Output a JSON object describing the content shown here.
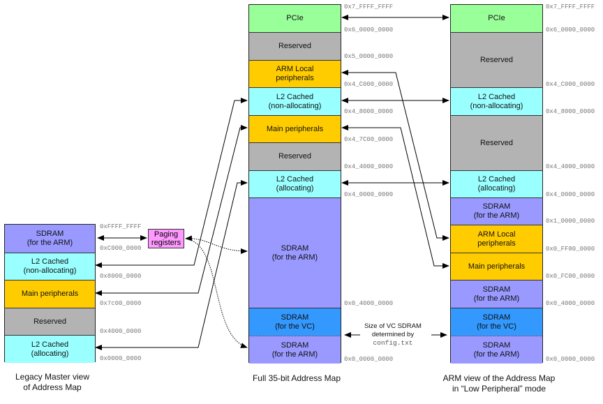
{
  "colors": {
    "pcie": "#99ff99",
    "reserved": "#b3b3b3",
    "peripheral": "#ffcc00",
    "l2cached": "#99ffff",
    "sdram_arm": "#9999ff",
    "sdram_vc": "#3399ff",
    "paging": "#ff99ff"
  },
  "legacy": {
    "caption": "Legacy Master view\nof Address Map",
    "blocks": [
      {
        "label": "SDRAM\n(for the ARM)",
        "kind": "sdram_arm"
      },
      {
        "label": "L2 Cached\n(non-allocating)",
        "kind": "l2cached"
      },
      {
        "label": "Main peripherals",
        "kind": "peripheral"
      },
      {
        "label": "Reserved",
        "kind": "reserved"
      },
      {
        "label": "L2 Cached\n(allocating)",
        "kind": "l2cached"
      }
    ],
    "addresses": [
      "0xFFFF_FFFF",
      "0xC000_0000",
      "0x8000_0000",
      "0x7c00_0000",
      "0x4000_0000",
      "0x0000_0000"
    ]
  },
  "paging": {
    "label": "Paging\nregisters"
  },
  "full": {
    "caption": "Full 35-bit Address Map",
    "blocks": [
      {
        "label": "PCIe",
        "kind": "pcie"
      },
      {
        "label": "Reserved",
        "kind": "reserved"
      },
      {
        "label": "ARM Local\nperipherals",
        "kind": "peripheral"
      },
      {
        "label": "L2 Cached\n(non-allocating)",
        "kind": "l2cached"
      },
      {
        "label": "Main peripherals",
        "kind": "peripheral"
      },
      {
        "label": "Reserved",
        "kind": "reserved"
      },
      {
        "label": "L2 Cached\n(allocating)",
        "kind": "l2cached"
      },
      {
        "label": "SDRAM\n(for the ARM)",
        "kind": "sdram_arm"
      },
      {
        "label": "SDRAM\n(for the VC)",
        "kind": "sdram_vc"
      },
      {
        "label": "SDRAM\n(for the ARM)",
        "kind": "sdram_arm"
      }
    ],
    "addresses": [
      "0x7_FFFF_FFFF",
      "0x6_0000_0000",
      "0x5_0000_0000",
      "0x4_C000_0000",
      "0x4_8000_0000",
      "0x4_7C00_0000",
      "0x4_4000_0000",
      "0x4_0000_0000",
      "0x0_4000_0000",
      "0x0_0000_0000"
    ]
  },
  "arm": {
    "caption": "ARM view of the Address Map\nin “Low Peripheral” mode",
    "blocks": [
      {
        "label": "PCIe",
        "kind": "pcie"
      },
      {
        "label": "Reserved",
        "kind": "reserved"
      },
      {
        "label": "L2 Cached\n(non-allocating)",
        "kind": "l2cached"
      },
      {
        "label": "Reserved",
        "kind": "reserved"
      },
      {
        "label": "L2 Cached\n(allocating)",
        "kind": "l2cached"
      },
      {
        "label": "SDRAM\n(for the ARM)",
        "kind": "sdram_arm"
      },
      {
        "label": "ARM Local\nperipherals",
        "kind": "peripheral"
      },
      {
        "label": "Main peripherals",
        "kind": "peripheral"
      },
      {
        "label": "SDRAM\n(for the ARM)",
        "kind": "sdram_arm"
      },
      {
        "label": "SDRAM\n(for the VC)",
        "kind": "sdram_vc"
      },
      {
        "label": "SDRAM\n(for the ARM)",
        "kind": "sdram_arm"
      }
    ],
    "addresses": [
      "0x7_FFFF_FFFF",
      "0x6_0000_0000",
      "0x4_C000_0000",
      "0x4_8000_0000",
      "0x4_4000_0000",
      "0x4_0000_0000",
      "0x1_0000_0000",
      "0x0_FF80_0000",
      "0x0_FC00_0000",
      "0x0_4000_0000",
      "0x0_0000_0000"
    ]
  },
  "vc_note": {
    "line1": "Size of VC SDRAM",
    "line2": "determined by",
    "file": "config.txt"
  }
}
